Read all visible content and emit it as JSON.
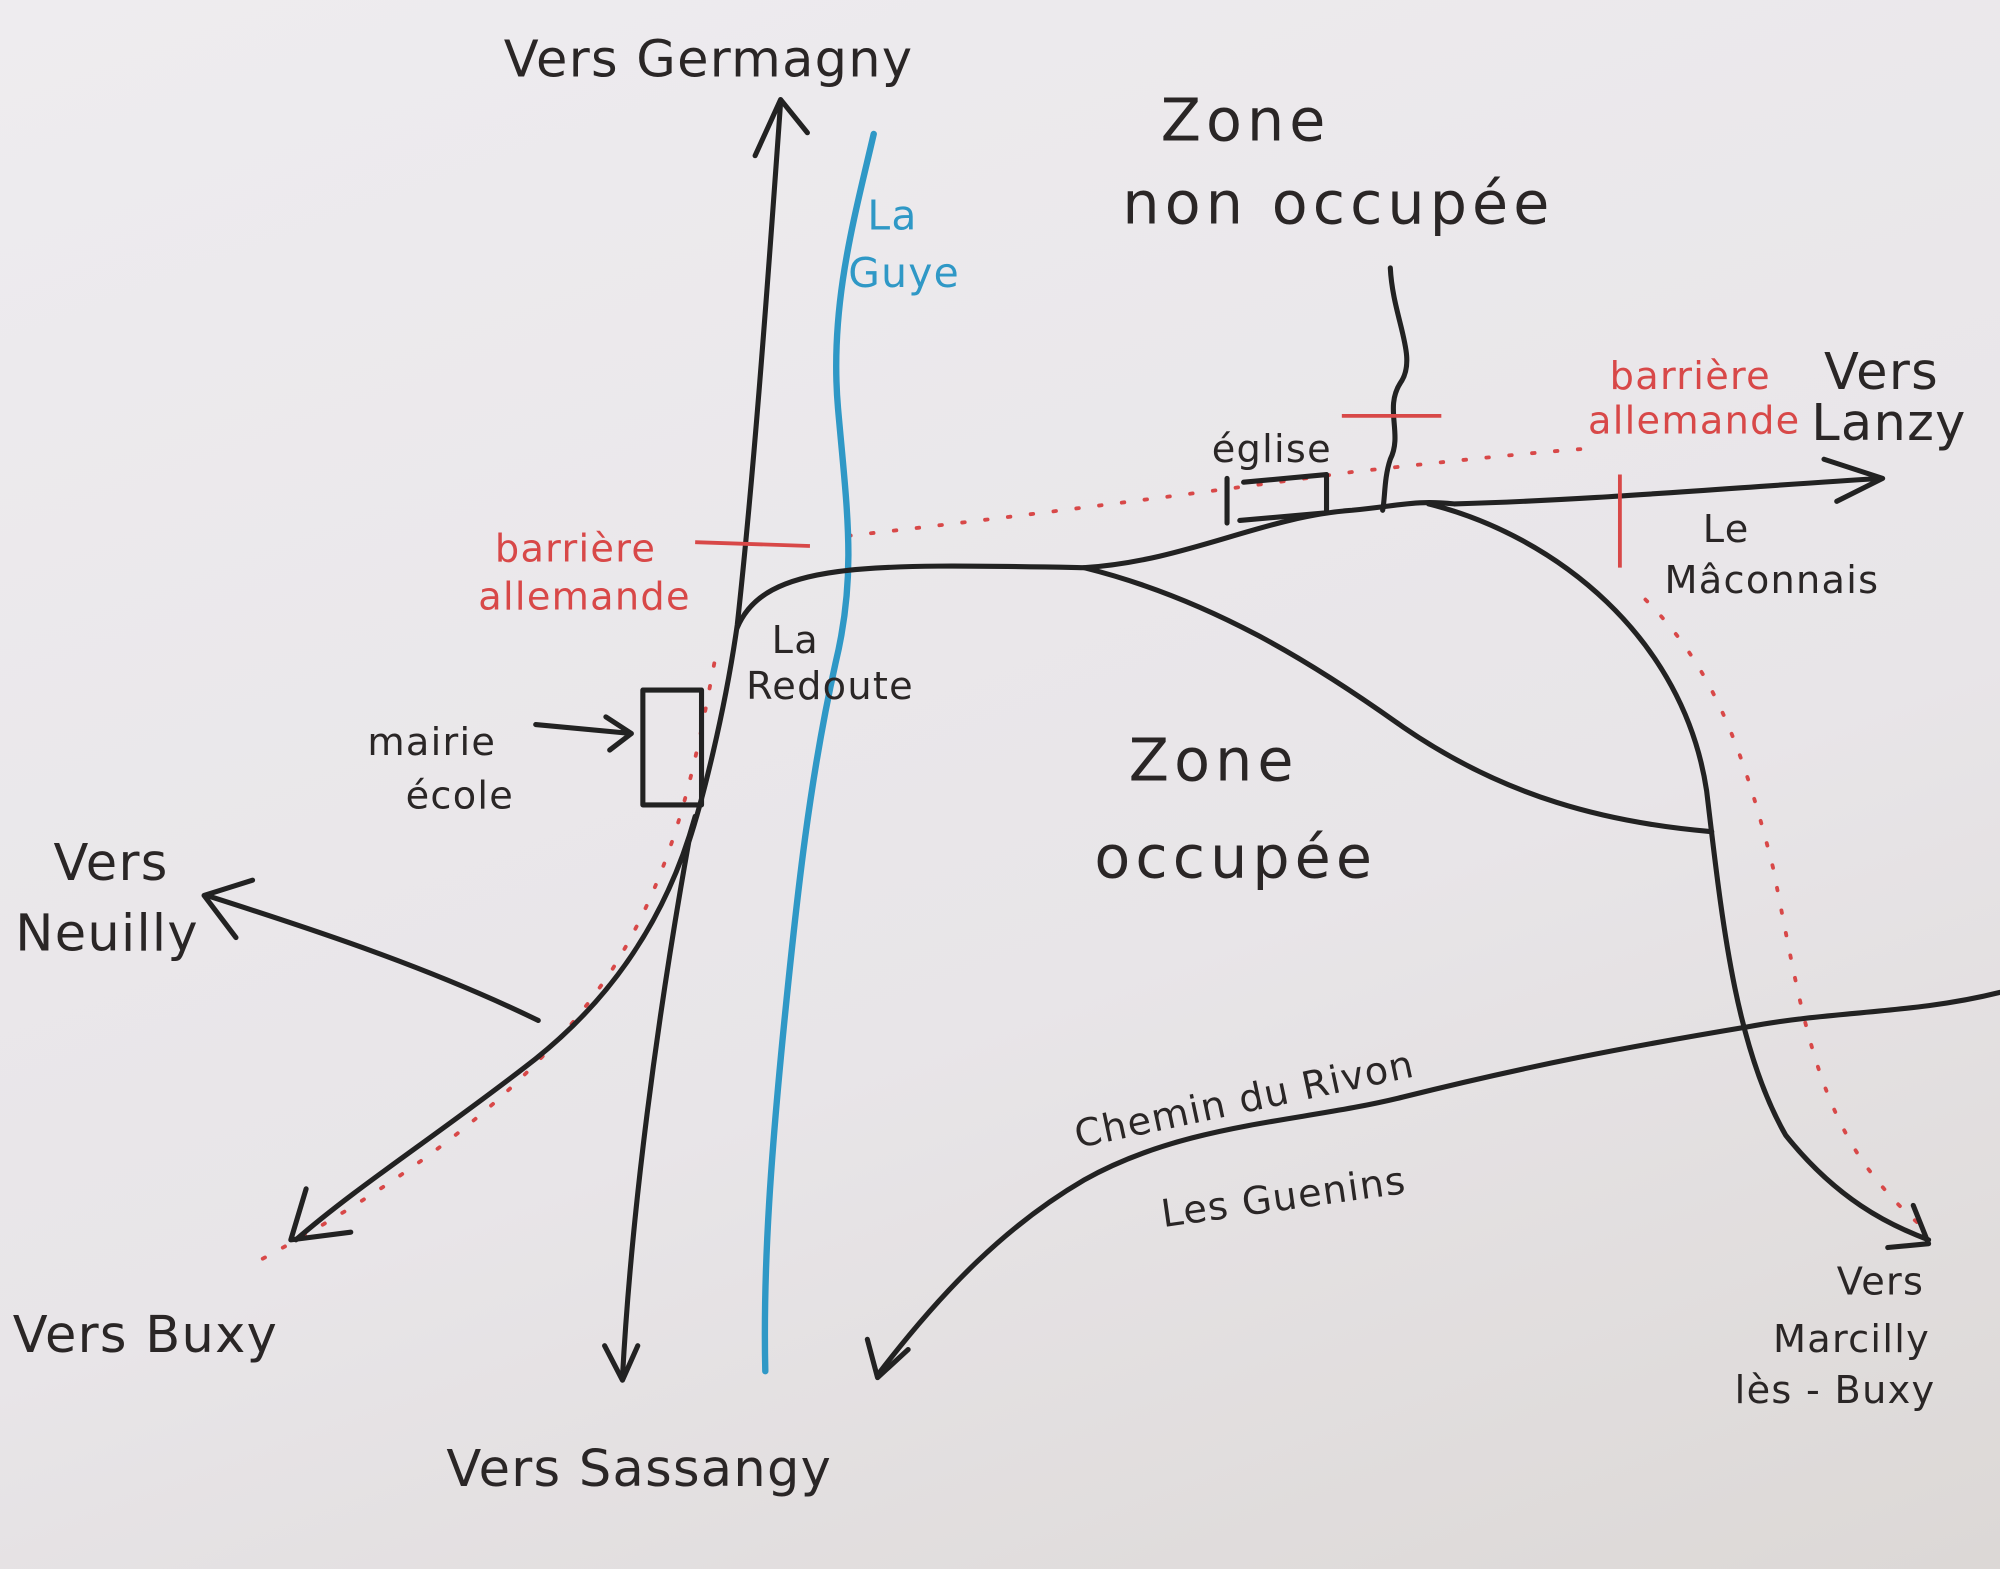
{
  "map": {
    "zones": {
      "unoccupied": [
        "Zone",
        "non occupée"
      ],
      "occupied": [
        "Zone",
        "occupée"
      ]
    },
    "directions": {
      "germagny": [
        "Vers Germagny"
      ],
      "lanzy": [
        "Vers",
        "Lanzy"
      ],
      "neuilly": [
        "Vers",
        "Neuilly"
      ],
      "buxy": [
        "Vers Buxy"
      ],
      "sassangy": [
        "Vers Sassangy"
      ],
      "marcilly": [
        "Vers",
        "Marcilly",
        "lès - Buxy"
      ]
    },
    "river": [
      "La",
      "Guye"
    ],
    "places": {
      "redoute": [
        "La",
        "Redoute"
      ],
      "mairie": [
        "mairie",
        "école"
      ],
      "eglise": "église",
      "maconnais": [
        "Le",
        "Mâconnais"
      ],
      "rivon": "Chemin du Rivon",
      "guenins": "Les Guenins"
    },
    "barriers": {
      "west": [
        "barrière",
        "allemande"
      ],
      "east": [
        "barrière",
        "allemande"
      ]
    },
    "colors": {
      "road": "#222222",
      "river": "#2f98c6",
      "barrier": "#d84848"
    }
  }
}
